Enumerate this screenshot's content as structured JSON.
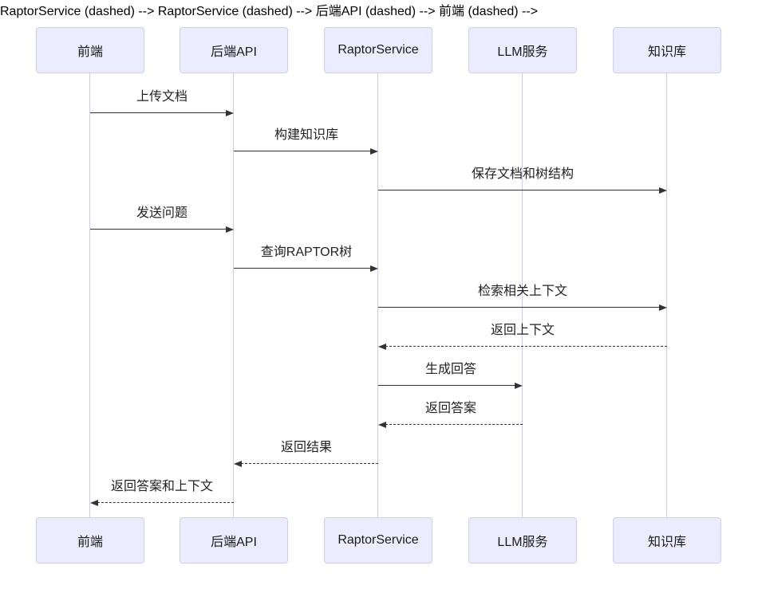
{
  "diagram": {
    "type": "sequence",
    "colors": {
      "background": "#ffffff",
      "actor_fill": "#ececff",
      "actor_border": "#cdcdf0",
      "lifeline": "#d0c8e8",
      "line": "#333333",
      "text": "#1a1a1a"
    },
    "actors": [
      {
        "label": "前端"
      },
      {
        "label": "后端API"
      },
      {
        "label": "RaptorService"
      },
      {
        "label": "LLM服务"
      },
      {
        "label": "知识库"
      }
    ],
    "messages": [
      {
        "text": "上传文档",
        "from": "前端",
        "to": "后端API",
        "style": "solid"
      },
      {
        "text": "构建知识库",
        "from": "后端API",
        "to": "RaptorService",
        "style": "solid"
      },
      {
        "text": "保存文档和树结构",
        "from": "RaptorService",
        "to": "知识库",
        "style": "solid"
      },
      {
        "text": "发送问题",
        "from": "前端",
        "to": "后端API",
        "style": "solid"
      },
      {
        "text": "查询RAPTOR树",
        "from": "后端API",
        "to": "RaptorService",
        "style": "solid"
      },
      {
        "text": "检索相关上下文",
        "from": "RaptorService",
        "to": "知识库",
        "style": "solid"
      },
      {
        "text": "返回上下文",
        "from": "知识库",
        "to": "RaptorService",
        "style": "dashed"
      },
      {
        "text": "生成回答",
        "from": "RaptorService",
        "to": "LLM服务",
        "style": "solid"
      },
      {
        "text": "返回答案",
        "from": "LLM服务",
        "to": "RaptorService",
        "style": "dashed"
      },
      {
        "text": "返回结果",
        "from": "RaptorService",
        "to": "后端API",
        "style": "dashed"
      },
      {
        "text": "返回答案和上下文",
        "from": "后端API",
        "to": "前端",
        "style": "dashed"
      }
    ]
  }
}
